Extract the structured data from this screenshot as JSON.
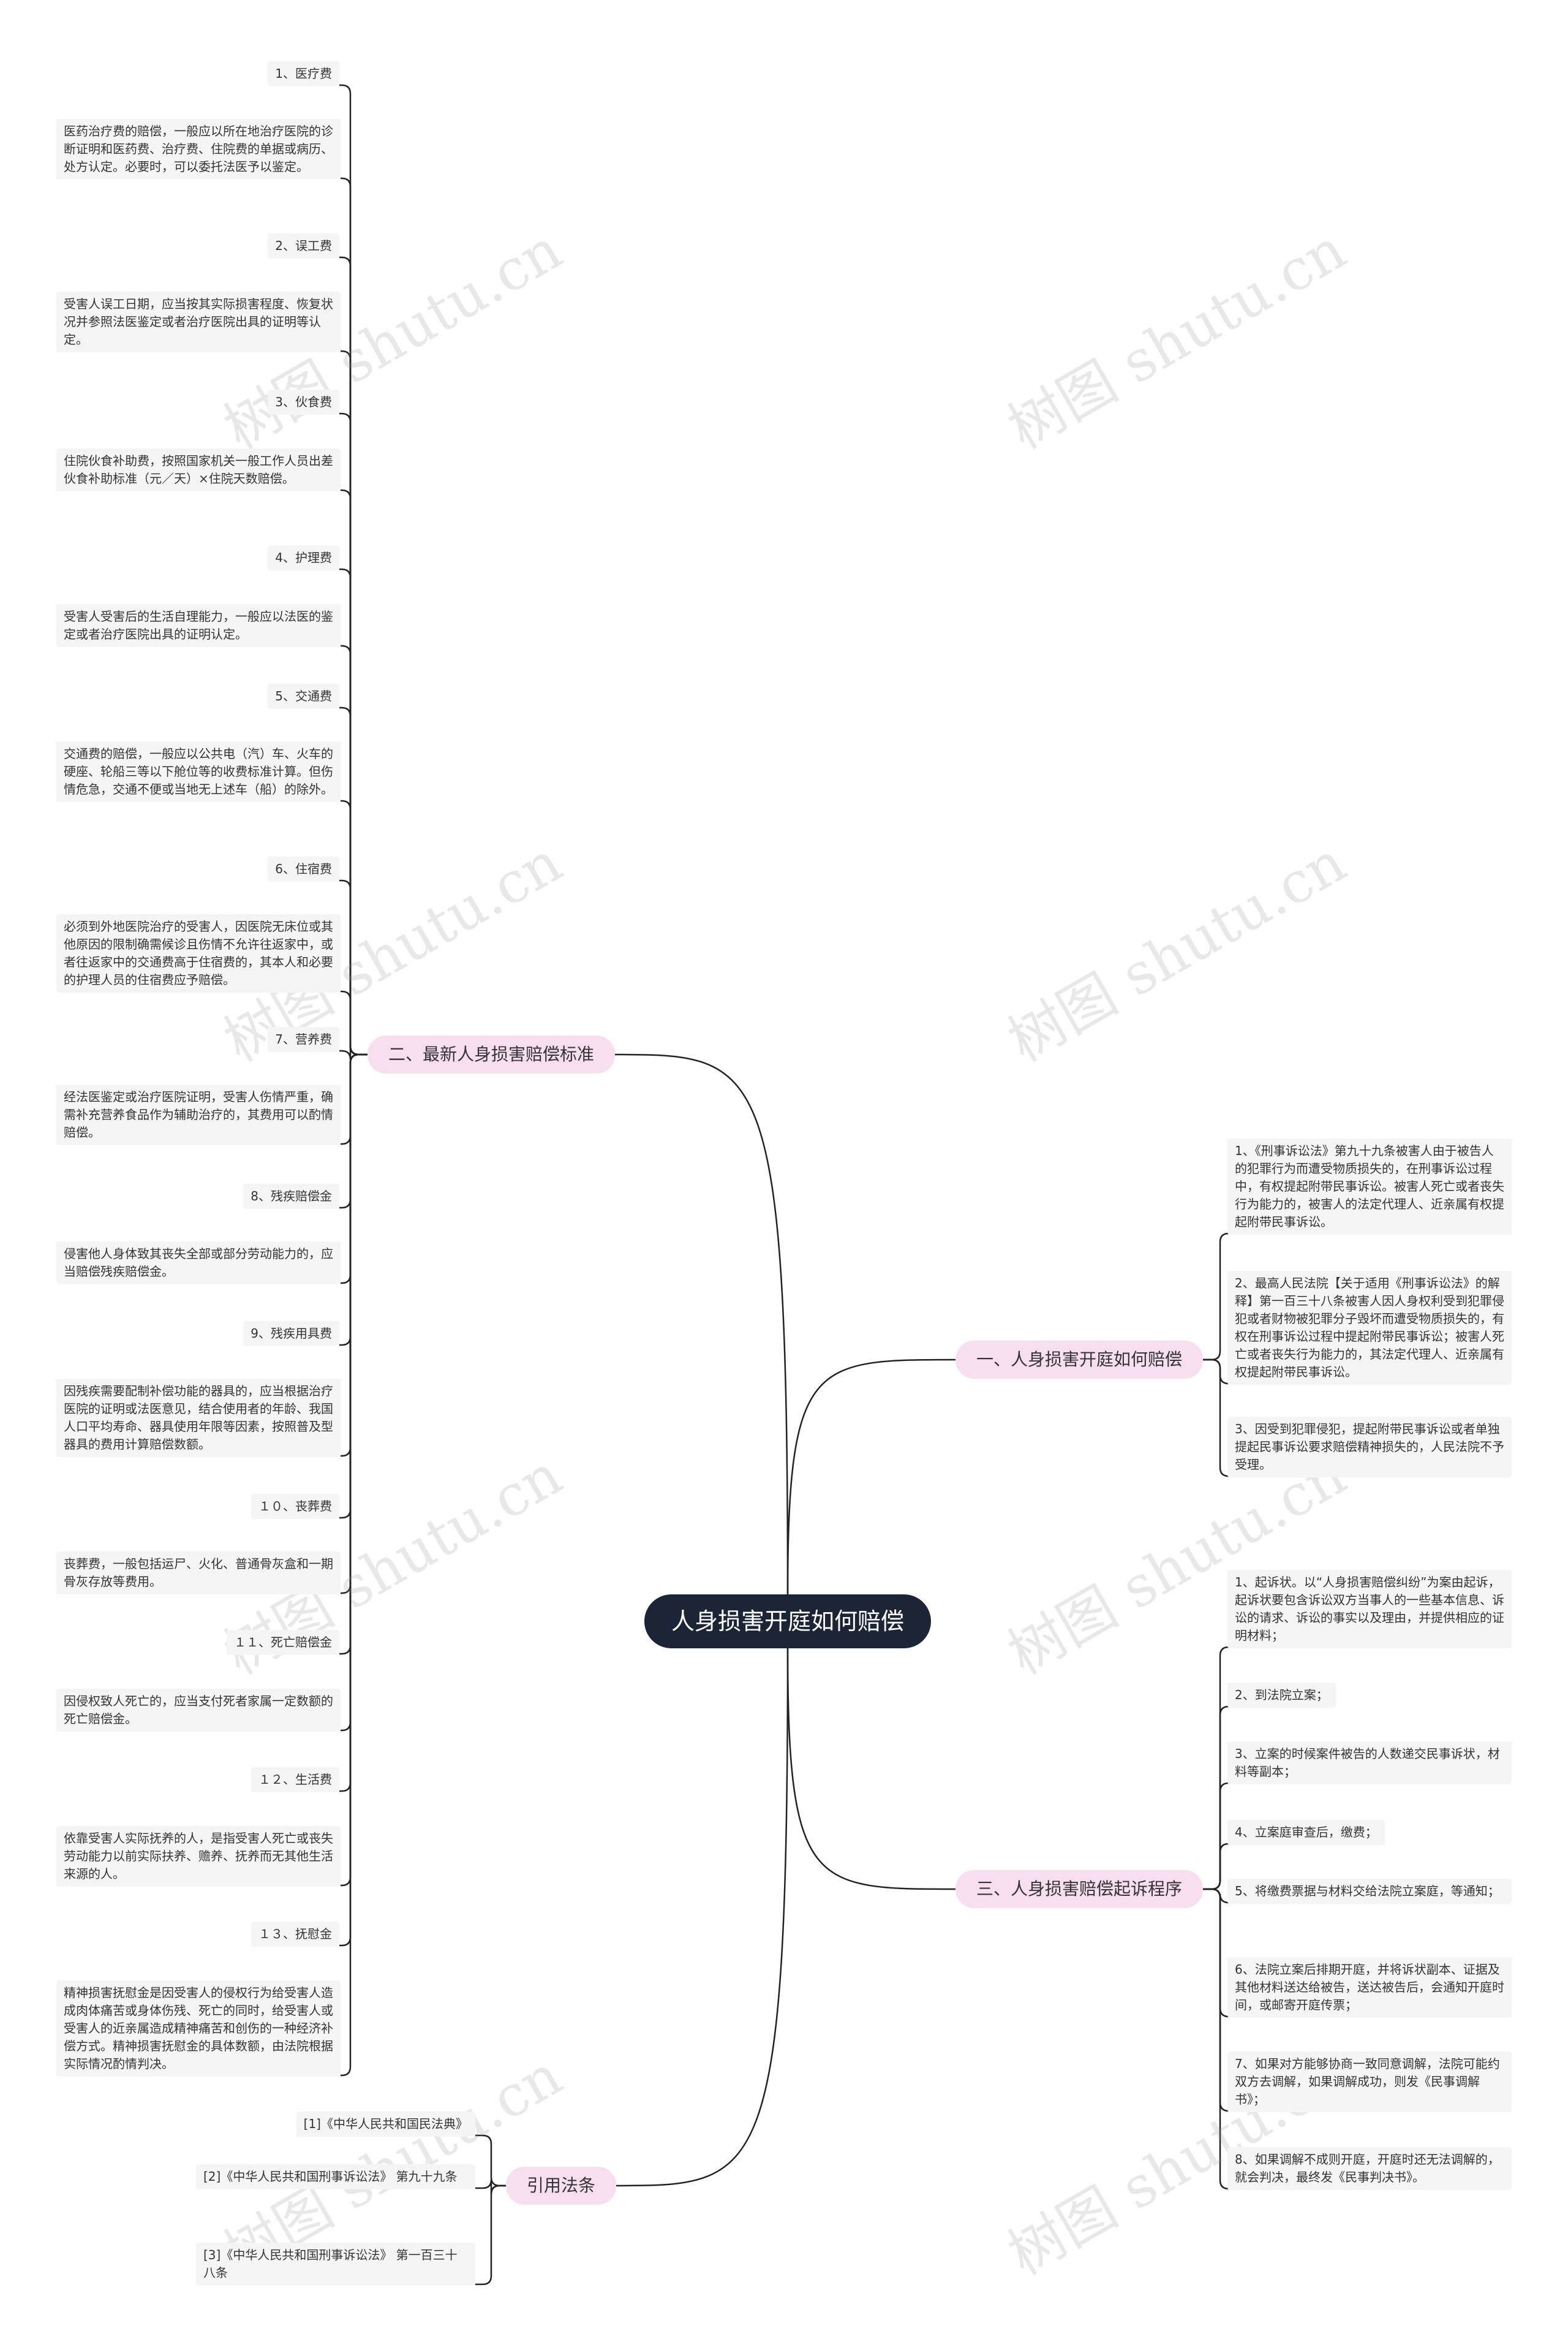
{
  "root": "人身损害开庭如何赔偿",
  "branches": {
    "standard": {
      "title": "二、最新人身损害赔偿标准",
      "items": [
        {
          "label": "1、医疗费",
          "text": "医药治疗费的赔偿，一般应以所在地治疗医院的诊断证明和医药费、治疗费、住院费的单据或病历、处方认定。必要时，可以委托法医予以鉴定。"
        },
        {
          "label": "2、误工费",
          "text": "受害人误工日期，应当按其实际损害程度、恢复状况并参照法医鉴定或者治疗医院出具的证明等认定。"
        },
        {
          "label": "3、伙食费",
          "text": "住院伙食补助费，按照国家机关一般工作人员出差伙食补助标准（元／天）×住院天数赔偿。"
        },
        {
          "label": "4、护理费",
          "text": "受害人受害后的生活自理能力，一般应以法医的鉴定或者治疗医院出具的证明认定。"
        },
        {
          "label": "5、交通费",
          "text": "交通费的赔偿，一般应以公共电（汽）车、火车的硬座、轮船三等以下舱位等的收费标准计算。但伤情危急，交通不便或当地无上述车（船）的除外。"
        },
        {
          "label": "6、住宿费",
          "text": "必须到外地医院治疗的受害人，因医院无床位或其他原因的限制确需候诊且伤情不允许往返家中，或者往返家中的交通费高于住宿费的，其本人和必要的护理人员的住宿费应予赔偿。"
        },
        {
          "label": "7、营养费",
          "text": "经法医鉴定或治疗医院证明，受害人伤情严重，确需补充营养食品作为辅助治疗的，其费用可以酌情赔偿。"
        },
        {
          "label": "8、残疾赔偿金",
          "text": "侵害他人身体致其丧失全部或部分劳动能力的，应当赔偿残疾赔偿金。"
        },
        {
          "label": "9、残疾用具费",
          "text": "因残疾需要配制补偿功能的器具的，应当根据治疗医院的证明或法医意见，结合使用者的年龄、我国人口平均寿命、器具使用年限等因素，按照普及型器具的费用计算赔偿数额。"
        },
        {
          "label": "１０、丧葬费",
          "text": "丧葬费，一般包括运尸、火化、普通骨灰盒和一期骨灰存放等费用。"
        },
        {
          "label": "１１、死亡赔偿金",
          "text": "因侵权致人死亡的，应当支付死者家属一定数额的死亡赔偿金。"
        },
        {
          "label": "１２、生活费",
          "text": "依靠受害人实际抚养的人，是指受害人死亡或丧失劳动能力以前实际扶养、赡养、抚养而无其他生活来源的人。"
        },
        {
          "label": "１３、抚慰金",
          "text": "精神损害抚慰金是因受害人的侵权行为给受害人造成肉体痛苦或身体伤残、死亡的同时，给受害人或受害人的近亲属造成精神痛苦和创伤的一种经济补偿方式。精神损害抚慰金的具体数额，由法院根据实际情况酌情判决。"
        }
      ]
    },
    "law": {
      "title": "引用法条",
      "items": [
        "[1]《中华人民共和国民法典》",
        "[2]《中华人民共和国刑事诉讼法》 第九十九条",
        "[3]《中华人民共和国刑事诉讼法》 第一百三十八条"
      ]
    },
    "how": {
      "title": "一、人身损害开庭如何赔偿",
      "items": [
        "1、《刑事诉讼法》第九十九条被害人由于被告人的犯罪行为而遭受物质损失的，在刑事诉讼过程中，有权提起附带民事诉讼。被害人死亡或者丧失行为能力的，被害人的法定代理人、近亲属有权提起附带民事诉讼。",
        "2、最高人民法院【关于适用《刑事诉讼法》的解释】第一百三十八条被害人因人身权利受到犯罪侵犯或者财物被犯罪分子毁坏而遭受物质损失的，有权在刑事诉讼过程中提起附带民事诉讼；被害人死亡或者丧失行为能力的，其法定代理人、近亲属有权提起附带民事诉讼。",
        "3、因受到犯罪侵犯，提起附带民事诉讼或者单独提起民事诉讼要求赔偿精神损失的，人民法院不予受理。"
      ]
    },
    "procedure": {
      "title": "三、人身损害赔偿起诉程序",
      "items": [
        "1、起诉状。以“人身损害赔偿纠纷”为案由起诉，起诉状要包含诉讼双方当事人的一些基本信息、诉讼的请求、诉讼的事实以及理由，并提供相应的证明材料；",
        "2、到法院立案；",
        "3、立案的时候案件被告的人数递交民事诉状，材料等副本；",
        "4、立案庭审查后，缴费；",
        "5、将缴费票据与材料交给法院立案庭，等通知；",
        "6、法院立案后排期开庭，并将诉状副本、证据及其他材料送达给被告，送达被告后，会通知开庭时间，或邮寄开庭传票；",
        "7、如果对方能够协商一致同意调解，法院可能约双方去调解，如果调解成功，则发《民事调解书》；",
        "8、如果调解不成则开庭，开庭时还无法调解的，就会判决，最终发《民事判决书》。"
      ]
    }
  },
  "watermark": "树图 shutu.cn",
  "colors": {
    "root_bg": "#1c2536",
    "branch_bg": "#f7dff0",
    "leaf_bg": "#f5f5f5",
    "line": "#222222"
  }
}
